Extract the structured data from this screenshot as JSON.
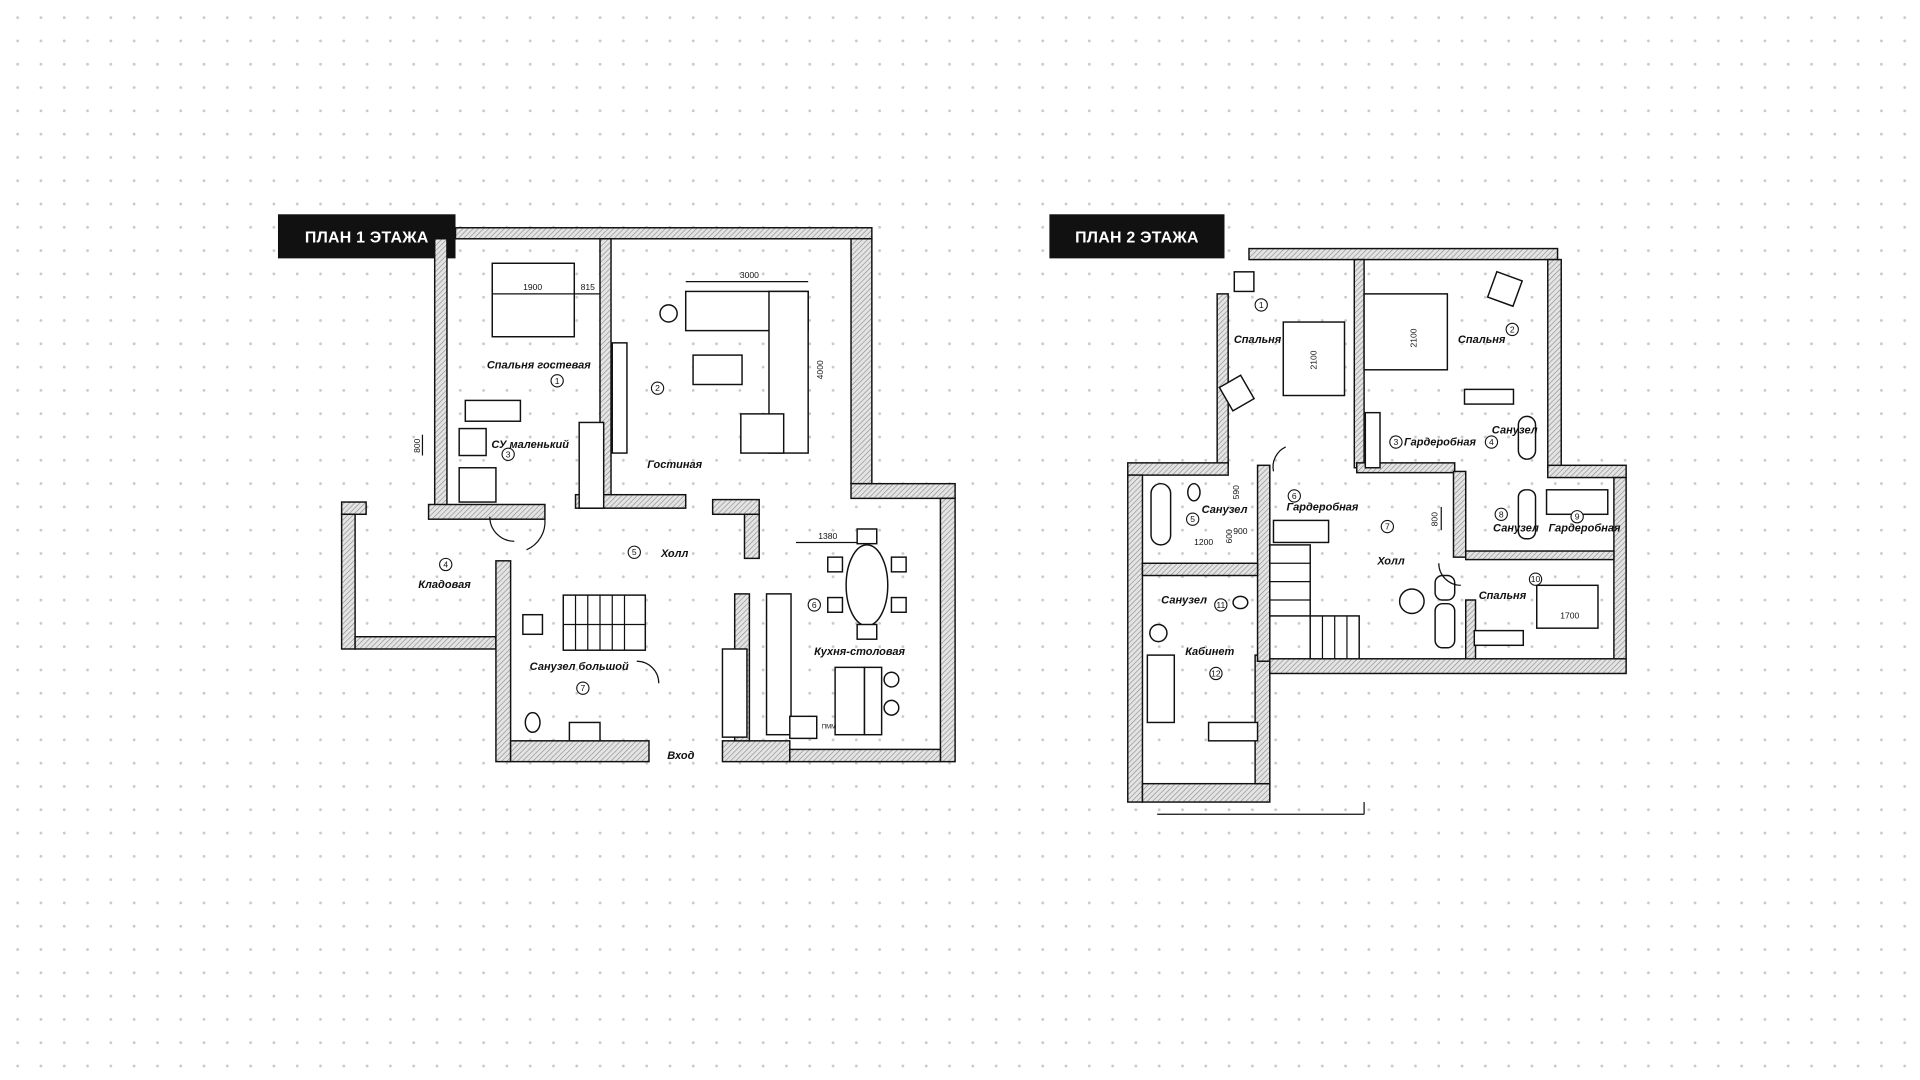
{
  "plan1": {
    "title": "ПЛАН 1 ЭТАЖА",
    "rooms": {
      "r1": {
        "num": "1",
        "name": "Спальня гостевая"
      },
      "r2": {
        "num": "2",
        "name": "Гостиная"
      },
      "r3": {
        "num": "3",
        "name": "СУ маленький"
      },
      "r4": {
        "num": "4",
        "name": "Кладовая"
      },
      "r5": {
        "num": "5",
        "name": "Холл"
      },
      "r6": {
        "num": "6",
        "name": "Кухня-столовая"
      },
      "r7": {
        "num": "7",
        "name": "Санузел большой"
      }
    },
    "entrance": "Вход",
    "appliance": "ПММ",
    "dims": {
      "bed_width": "1900",
      "bed_gap": "815",
      "sofa_len": "3000",
      "sofa_depth": "4000",
      "bath_dim": "800",
      "kitchen_dim": "1380"
    }
  },
  "plan2": {
    "title": "ПЛАН 2 ЭТАЖА",
    "rooms": {
      "r1": {
        "num": "1",
        "name": "Спальня"
      },
      "r2": {
        "num": "2",
        "name": "Спальня"
      },
      "r3": {
        "num": "3",
        "name": "Гардеробная"
      },
      "r4": {
        "num": "4",
        "name": "Санузел"
      },
      "r5": {
        "num": "5",
        "name": "Санузел"
      },
      "r6": {
        "num": "6",
        "name": "Гардеробная"
      },
      "r7": {
        "num": "7",
        "name": "Холл"
      },
      "r8": {
        "num": "8",
        "name": "Санузел"
      },
      "r9": {
        "num": "9",
        "name": "Гардеробная"
      },
      "r10": {
        "num": "10",
        "name": "Спальня"
      },
      "r11": {
        "num": "11",
        "name": "Санузел"
      },
      "r12": {
        "num": "12",
        "name": "Кабинет"
      }
    },
    "dims": {
      "bed1": "2100",
      "bed2": "2100",
      "bed3": "1700",
      "d590": "590",
      "d600": "600",
      "d1200": "1200",
      "d900": "900",
      "d800": "800"
    }
  }
}
